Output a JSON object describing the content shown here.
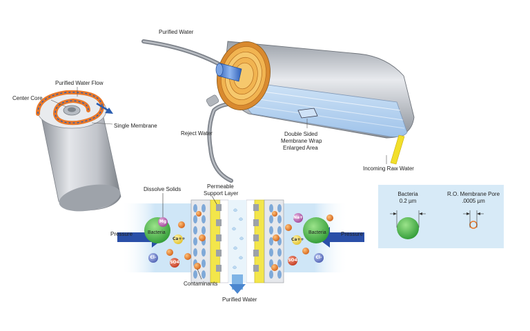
{
  "labels": {
    "purified_water_top": "Purified Water",
    "purified_water_flow": "Purified Water Flow",
    "center_core": "Center Core",
    "single_membrane": "Single Membrane",
    "reject_water": "Reject Water",
    "double_sided_wrap": [
      "Double Sided",
      "Membrane Wrap",
      "Enlarged Area"
    ],
    "incoming_raw_water": "Incoming Raw Water",
    "dissolve_solids": "Dissolve Solids",
    "permeable_support_layer": [
      "Permeable",
      "Support Layer"
    ],
    "pressure_left": "Pressure",
    "pressure_right": "Pressure",
    "bacteria_left": "Bacteria",
    "bacteria_right": "Bacteria",
    "contaminants": "Contaminants",
    "purified_water_bottom": "Purified Water"
  },
  "ions": {
    "left_top": "Mg",
    "left_ca": "Ca++",
    "left_cl": "Cl-",
    "left_so4": "SO4",
    "right_na": "Na+",
    "right_ca": "Ca++",
    "right_so4": "SO4",
    "right_cl": "Cl-"
  },
  "comparison": {
    "bacteria_title": "Bacteria",
    "bacteria_size": "0.2 µm",
    "pore_title": "R.O. Membrane Pore",
    "pore_size": ".0005 µm"
  },
  "colors": {
    "membrane_orange": "#e8782a",
    "flow_blue": "#2a5db0",
    "bacteria_green": "#4cb84a",
    "panel_blue": "#d9ebf7",
    "yellow_layer": "#f3e64a",
    "grey_tube": "#c9ccd1"
  }
}
